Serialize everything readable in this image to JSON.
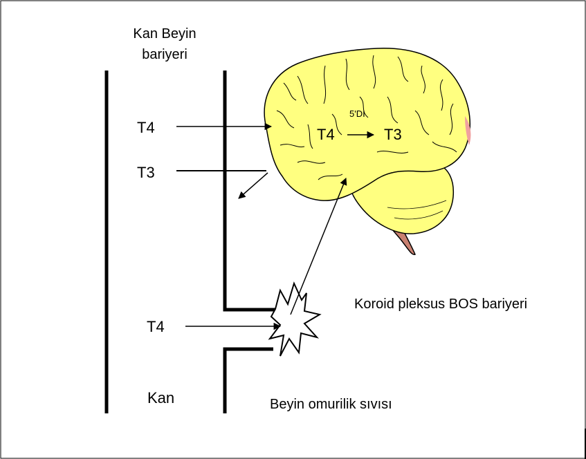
{
  "labels": {
    "kan_beyin_line1": "Kan Beyin",
    "kan_beyin_line2": "bariyeri",
    "t4_top": "T4",
    "t3_left": "T3",
    "enzyme": "5'DI",
    "brain_t4": "T4",
    "brain_t3": "T3",
    "koroid": "Koroid pleksus BOS bariyeri",
    "t4_bottom": "T4",
    "kan": "Kan",
    "bos": "Beyin omurilik sıvısı"
  },
  "colors": {
    "brain_fill": "#ffff80",
    "cerebellum_fill": "#ffff80",
    "brainstem_fill": "#c88070",
    "frontal_tint": "#f0a0a0",
    "line": "#000000"
  }
}
